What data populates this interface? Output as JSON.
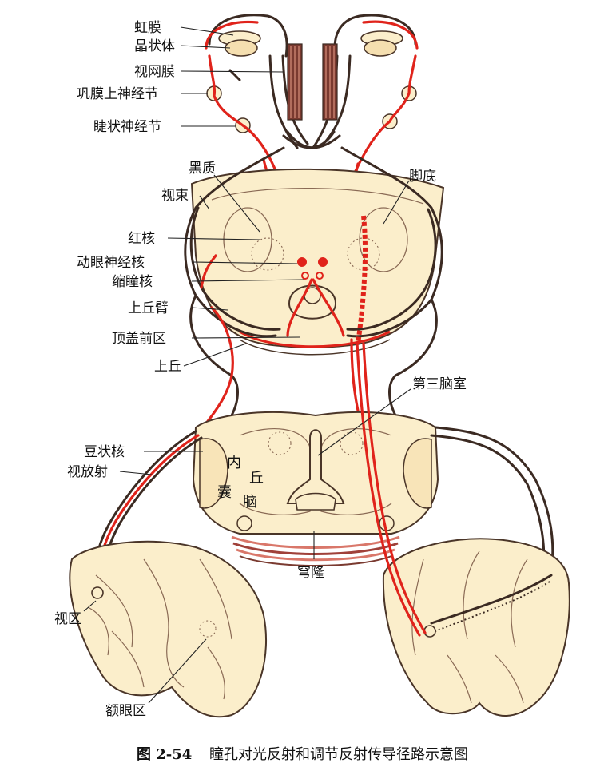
{
  "labels": {
    "iris": "虹膜",
    "lens": "晶状体",
    "retina": "视网膜",
    "superior_cervical_ganglion": "巩膜上神经节",
    "ciliary_ganglion": "睫状神经节",
    "substantia_nigra": "黑质",
    "optic_tract": "视束",
    "red_nucleus": "红核",
    "oculomotor_nucleus": "动眼神经核",
    "pupilloconstrictor_nucleus": "缩瞳核",
    "brachium_superior_colliculus": "上丘臂",
    "pretectal_area": "顶盖前区",
    "superior_colliculus": "上丘",
    "cerebral_peduncle": "脚底",
    "third_ventricle": "第三脑室",
    "lentiform_nucleus": "豆状核",
    "optic_radiation": "视放射",
    "internal_capsule_1": "内",
    "internal_capsule_2": "囊",
    "thalamus_1": "丘",
    "thalamus_2": "脑",
    "fornix": "穹隆",
    "visual_area": "视区",
    "frontal_eye_field": "额眼区"
  },
  "caption": {
    "number": "图 2-54",
    "title": "瞳孔对光反射和调节反射传导径路示意图"
  },
  "colors": {
    "tissue": "#fbeecb",
    "outline": "#4a3528",
    "pathway_red": "#e0231b",
    "pathway_dark": "#3b2a22"
  }
}
